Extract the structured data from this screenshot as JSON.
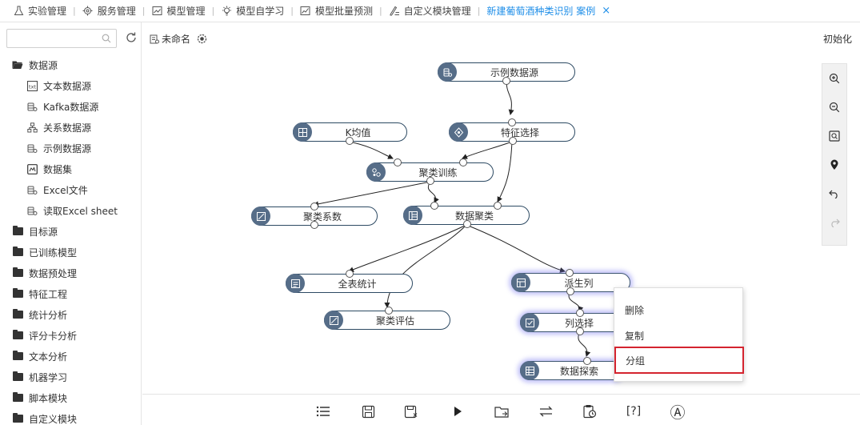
{
  "tabs": [
    {
      "label": "实验管理",
      "icon": "flask-icon"
    },
    {
      "label": "服务管理",
      "icon": "service-icon"
    },
    {
      "label": "模型管理",
      "icon": "model-chart-icon"
    },
    {
      "label": "模型自学习",
      "icon": "bulb-icon"
    },
    {
      "label": "模型批量预测",
      "icon": "line-chart-icon"
    },
    {
      "label": "自定义模块管理",
      "icon": "edit-module-icon"
    }
  ],
  "active_tab": {
    "label": "新建葡萄酒种类识别 案例",
    "close": "×"
  },
  "sidebar": {
    "search_placeholder": "",
    "tree": [
      {
        "label": "数据源",
        "type": "folder-open"
      },
      {
        "label": "文本数据源",
        "type": "child",
        "icon": "text-source-icon"
      },
      {
        "label": "Kafka数据源",
        "type": "child",
        "icon": "db-source-icon"
      },
      {
        "label": "关系数据源",
        "type": "child",
        "icon": "relation-source-icon"
      },
      {
        "label": "示例数据源",
        "type": "child",
        "icon": "db-source-icon"
      },
      {
        "label": "数据集",
        "type": "child",
        "icon": "dataset-icon"
      },
      {
        "label": "Excel文件",
        "type": "child",
        "icon": "db-source-icon"
      },
      {
        "label": "读取Excel sheet",
        "type": "child",
        "icon": "db-source-icon"
      },
      {
        "label": "目标源",
        "type": "folder"
      },
      {
        "label": "已训练模型",
        "type": "folder"
      },
      {
        "label": "数据预处理",
        "type": "folder"
      },
      {
        "label": "特征工程",
        "type": "folder"
      },
      {
        "label": "统计分析",
        "type": "folder"
      },
      {
        "label": "评分卡分析",
        "type": "folder"
      },
      {
        "label": "文本分析",
        "type": "folder"
      },
      {
        "label": "机器学习",
        "type": "folder"
      },
      {
        "label": "脚本模块",
        "type": "folder"
      },
      {
        "label": "自定义模块",
        "type": "folder"
      }
    ]
  },
  "canvas": {
    "flow_name": "未命名",
    "init_label": "初始化",
    "nodes": [
      {
        "id": "n1",
        "label": "示例数据源",
        "icon": "db-source-icon"
      },
      {
        "id": "n2",
        "label": "K均值",
        "icon": "grid-icon"
      },
      {
        "id": "n3",
        "label": "特征选择",
        "icon": "feature-select-icon"
      },
      {
        "id": "n4",
        "label": "聚类训练",
        "icon": "cluster-icon"
      },
      {
        "id": "n5",
        "label": "聚类系数",
        "icon": "chart-box-icon"
      },
      {
        "id": "n6",
        "label": "数据聚类",
        "icon": "table-icon"
      },
      {
        "id": "n7",
        "label": "全表统计",
        "icon": "stats-icon"
      },
      {
        "id": "n8",
        "label": "派生列",
        "icon": "derive-icon"
      },
      {
        "id": "n9",
        "label": "聚类评估",
        "icon": "chart-box-icon"
      },
      {
        "id": "n10",
        "label": "列选择",
        "icon": "column-select-icon"
      },
      {
        "id": "n11",
        "label": "数据探索",
        "icon": "explore-icon"
      }
    ],
    "highlighted_nodes": [
      "n8",
      "n10",
      "n11"
    ]
  },
  "zoom_toolbar": [
    "zoom-in-icon",
    "zoom-out-icon",
    "fit-view-icon",
    "locate-icon",
    "undo-icon",
    "redo-icon"
  ],
  "context_menu": {
    "items": [
      {
        "label": "删除"
      },
      {
        "label": "复制"
      },
      {
        "label": "分组"
      }
    ],
    "selected": "分组"
  },
  "bottom_toolbar": [
    {
      "name": "list-icon",
      "label": "☰"
    },
    {
      "name": "save-icon",
      "label": ""
    },
    {
      "name": "save-as-icon",
      "label": ""
    },
    {
      "name": "run-icon",
      "label": "▶"
    },
    {
      "name": "export-icon",
      "label": ""
    },
    {
      "name": "switch-icon",
      "label": "⇄"
    },
    {
      "name": "schedule-icon",
      "label": ""
    },
    {
      "name": "help-icon",
      "label": "[?]"
    },
    {
      "name": "auto-layout-icon",
      "label": "Ⓐ"
    }
  ]
}
